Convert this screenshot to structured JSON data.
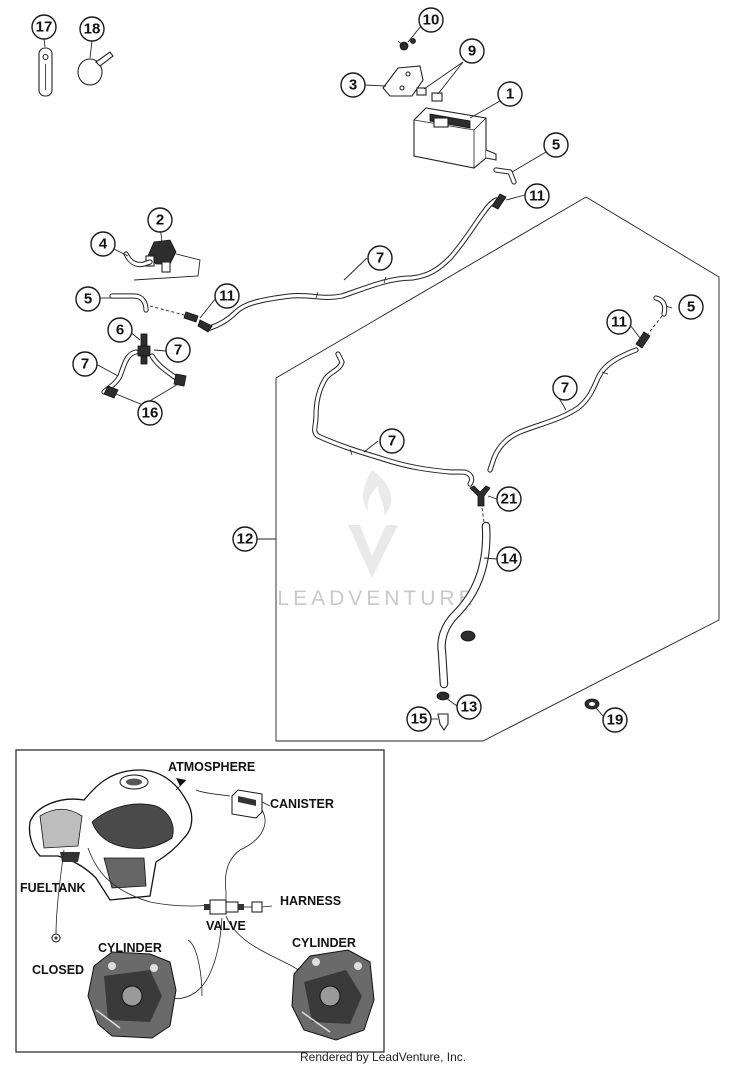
{
  "callouts": {
    "c1": "1",
    "c2": "2",
    "c3": "3",
    "c4": "4",
    "c5a": "5",
    "c5b": "5",
    "c5c": "5",
    "c6": "6",
    "c7a": "7",
    "c7b": "7",
    "c7c": "7",
    "c7d": "7",
    "c7e": "7",
    "c9": "9",
    "c10": "10",
    "c11a": "11",
    "c11b": "11",
    "c11c": "11",
    "c12": "12",
    "c13": "13",
    "c14": "14",
    "c15": "15",
    "c16": "16",
    "c17": "17",
    "c18": "18",
    "c19": "19",
    "c21": "21"
  },
  "inset": {
    "atmosphere": "ATMOSPHERE",
    "canister": "CANISTER",
    "fueltank": "FUELTANK",
    "harness": "HARNESS",
    "valve": "VALVE",
    "closed": "CLOSED",
    "cylinder_left": "CYLINDER",
    "cylinder_right": "CYLINDER"
  },
  "watermark": "LEADVENTURE",
  "footer": "Rendered by LeadVenture, Inc."
}
